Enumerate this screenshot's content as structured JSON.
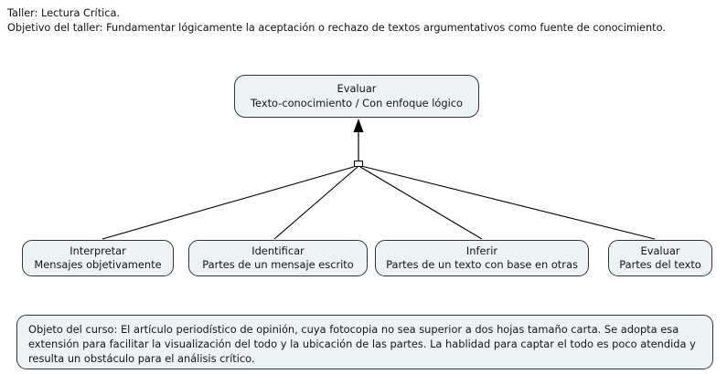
{
  "header": {
    "line1": "Taller: Lectura Crítica.",
    "line2": "Objetivo del taller: Fundamentar lógicamente la aceptación o rechazo de textos argumentativos como fuente de conocimiento."
  },
  "diagram": {
    "root": {
      "line1": "Evaluar",
      "line2": "Texto-conocimiento / Con enfoque lógico"
    },
    "leaves": [
      {
        "line1": "Interpretar",
        "line2": "Mensajes objetivamente"
      },
      {
        "line1": "Identificar",
        "line2": "Partes de un mensaje escrito"
      },
      {
        "line1": "Inferir",
        "line2": "Partes de un texto con base en otras"
      },
      {
        "line1": "Evaluar",
        "line2": "Partes del texto"
      }
    ],
    "junction_label": "branch-junction-node",
    "arrow_label": "arrow-up-icon"
  },
  "note": {
    "text": "Objeto del curso: El artículo periodístico de opinión, cuya fotocopia no sea superior a dos hojas tamaño carta. Se adopta esa extensión para facilitar la visualización del todo y la ubicación de las partes. La hablidad para captar el todo es poco atendida y resulta un obstáculo para el análisis crítico."
  },
  "style": {
    "box_fill": "#edf3f4",
    "box_border": "#30383b",
    "line_color": "#000000",
    "text_color": "#141414",
    "page_background": "#ffffff"
  }
}
